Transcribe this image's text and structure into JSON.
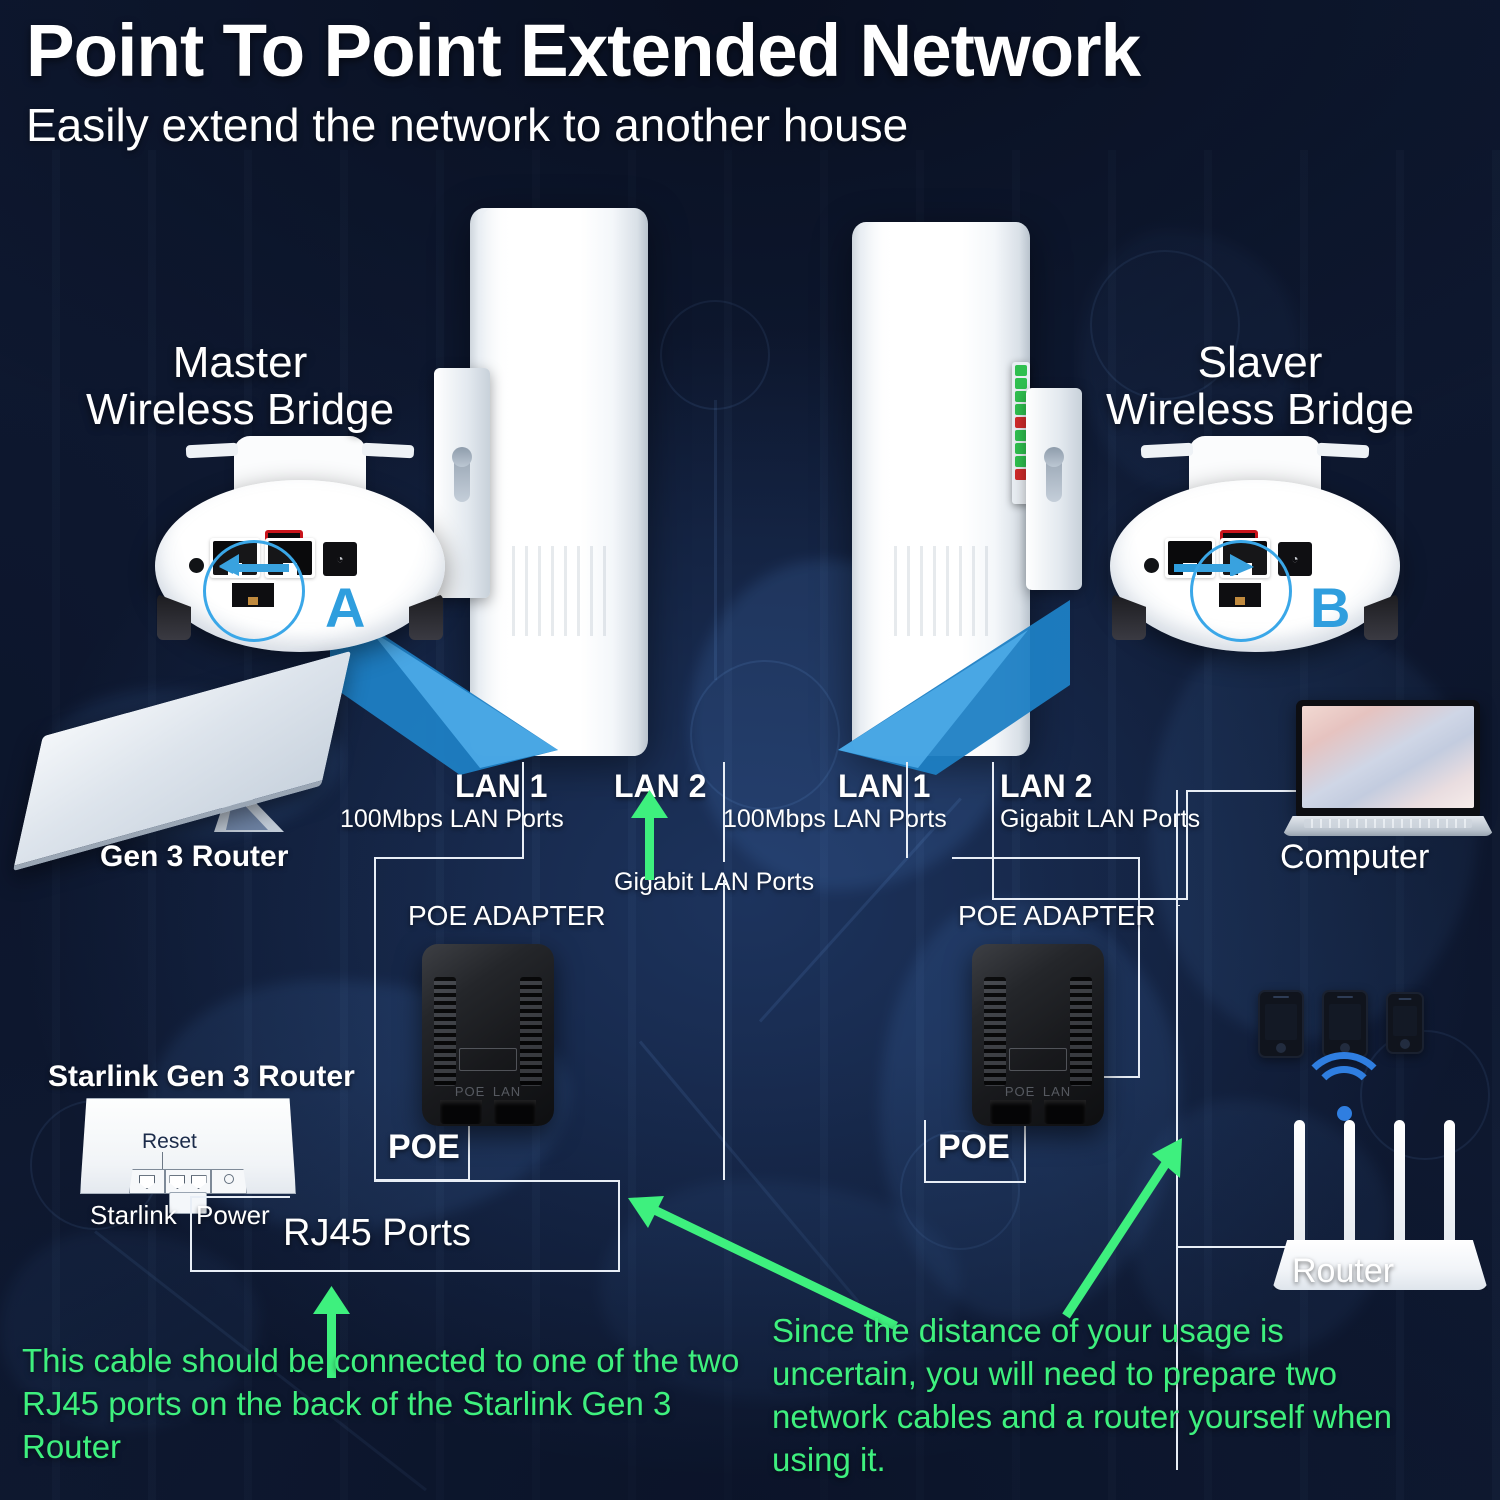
{
  "header": {
    "title": "Point To Point Extended Network",
    "subtitle": "Easily extend the network to another house"
  },
  "devices": {
    "master_bridge": {
      "line1": "Master",
      "line2": "Wireless Bridge",
      "marker": "A"
    },
    "slaver_bridge": {
      "line1": "Slaver",
      "line2": "Wireless Bridge",
      "marker": "B"
    },
    "gen3_router_label": "Gen 3 Router",
    "starlink_router_label": "Starlink Gen 3 Router",
    "computer_label": "Computer",
    "router_label": "Router"
  },
  "starlink_ports": {
    "reset": "Reset",
    "starlink": "Starlink",
    "power": "Power"
  },
  "ports": {
    "master_lan1": {
      "name": "LAN 1",
      "spec": "100Mbps LAN Ports"
    },
    "master_lan2": {
      "name": "LAN 2",
      "spec": "Gigabit LAN Ports"
    },
    "slaver_lan1": {
      "name": "LAN 1",
      "spec": "100Mbps LAN Ports"
    },
    "slaver_lan2": {
      "name": "LAN 2",
      "spec": "Gigabit LAN Ports"
    },
    "rj45": "RJ45 Ports"
  },
  "poe": {
    "adapter_title_left": "POE ADAPTER",
    "adapter_title_right": "POE ADAPTER",
    "tag_left": "POE",
    "tag_right": "POE",
    "body_left_mark": "POE",
    "body_right_mark": "LAN"
  },
  "notes": {
    "left": "This cable should be connected to one of the two RJ45 ports on the back of the Starlink Gen 3 Router",
    "right": "Since the distance of your usage is uncertain, you will need to prepare two network cables and a router yourself when using it."
  },
  "colors": {
    "bg_top": "#15203e",
    "bg_mid": "#2b5091",
    "accent_blue": "#2f9ede",
    "green": "#3ef07e",
    "line_white": "#e8eef6",
    "led_green": "#2fbf4f",
    "led_red": "#cf2b2b"
  }
}
